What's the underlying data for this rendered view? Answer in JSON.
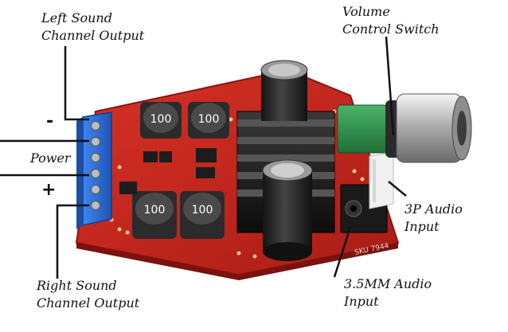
{
  "labels": {
    "left_output": {
      "line1": "Left Sound",
      "line2": "Channel Output"
    },
    "power": "Power",
    "minus": "-",
    "plus": "+",
    "right_output": {
      "line1": "Right Sound",
      "line2": "Channel Output"
    },
    "volume": {
      "line1": "Volume",
      "line2": "Control Switch"
    },
    "input_3p": {
      "line1": "3P Audio",
      "line2": "Input"
    },
    "input_35mm": {
      "line1": "3.5MM Audio",
      "line2": "Input"
    }
  },
  "board": {
    "inductor_marking": "100",
    "board_code": "SKU 7944"
  },
  "colors": {
    "pcb": "#c8251c",
    "terminal": "#2f6fd8",
    "heatsink": "#1a1a1a",
    "potentiometer": "#2f8f4a",
    "inductor": "#3a3a3a",
    "connector": "#f1f1f1",
    "line": "#111111"
  }
}
